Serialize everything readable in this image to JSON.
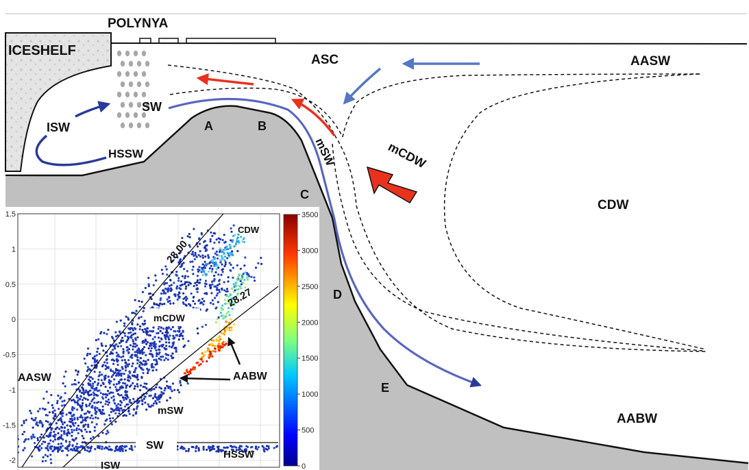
{
  "diagram": {
    "labels": {
      "polynya": "POLYNYA",
      "iceshelf": "ICESHELF",
      "asc": "ASC",
      "aasw_top": "AASW",
      "sw": "SW",
      "isw": "ISW",
      "hssw": "HSSW",
      "a": "A",
      "b": "B",
      "c": "C",
      "d": "D",
      "e": "E",
      "msw": "mSW",
      "mcdw": "mCDW",
      "cdw": "CDW",
      "aabw": "AABW"
    },
    "colors": {
      "seafloor": "#c0c0c0",
      "dark_blue_arrow": "#2a3a9a",
      "light_blue_arrow": "#5577c4",
      "red_arrow": "#e8321e",
      "isopycnal": "#111111"
    }
  },
  "inset": {
    "labels": {
      "cdw": "CDW",
      "iso_2800": "28.00",
      "iso_2827": "28.27",
      "mcdw": "mCDW",
      "aasw": "AASW",
      "aabw": "AABW",
      "msw": "mSW",
      "sw": "SW",
      "hssw": "HSSW",
      "isw": "ISW"
    },
    "y_ticks": [
      "1.5",
      "1",
      "0.5",
      "0",
      "-0.5",
      "-1",
      "-1.5",
      "-2"
    ],
    "colorbar_ticks": [
      "3500",
      "3000",
      "2500",
      "2000",
      "1500",
      "1000",
      "500",
      "0"
    ],
    "colormap": "jet"
  },
  "chart_data": {
    "type": "scatter",
    "ylim": [
      -2.1,
      1.5
    ],
    "y_ticks": [
      1.5,
      1,
      0.5,
      0,
      -0.5,
      -1,
      -1.5,
      -2
    ],
    "colorbar_range": [
      0,
      3500
    ],
    "colorbar_ticks": [
      3500,
      3000,
      2500,
      2000,
      1500,
      1000,
      500,
      0
    ],
    "isopycnals": [
      "28.00",
      "28.27"
    ],
    "annotations": [
      "CDW",
      "mCDW",
      "AASW",
      "AABW",
      "mSW",
      "SW",
      "HSSW",
      "ISW"
    ]
  }
}
